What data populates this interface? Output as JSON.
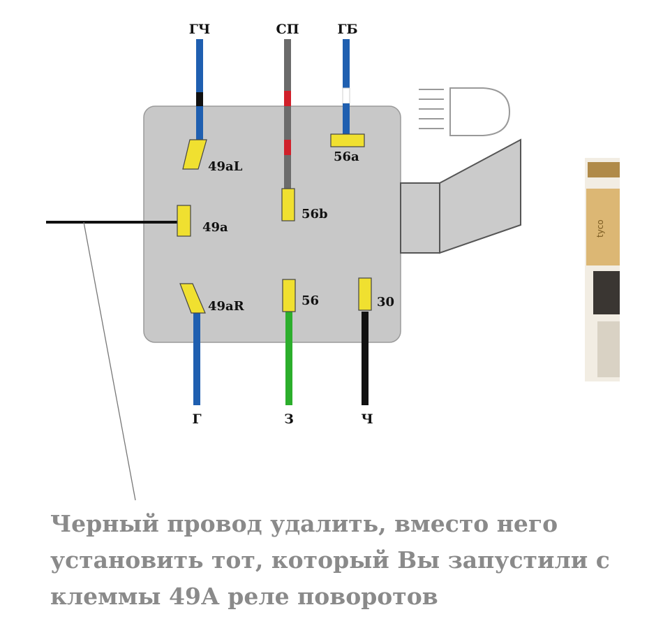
{
  "wire_labels": {
    "top_left": "ГЧ",
    "top_middle": "СП",
    "top_right": "ГБ",
    "bottom_left": "Г",
    "bottom_middle": "З",
    "bottom_right": "Ч"
  },
  "pins": {
    "49aL": "49aL",
    "49a": "49a",
    "49aR": "49aR",
    "56b": "56b",
    "56a": "56a",
    "56": "56",
    "30": "30"
  },
  "colors": {
    "switch_body": "#c8c8c8",
    "terminal": "#f0e030",
    "wire_blue": "#1f5fb0",
    "wire_gray": "#6b6b6b",
    "wire_red_band": "#d0202a",
    "wire_green": "#2cae2c",
    "wire_black": "#111111",
    "note_text": "#8a8a8a"
  },
  "note": {
    "line1": "Черный провод удалить, вместо него",
    "line2": "установить тот, который Вы запустили с",
    "line3": "клеммы 49А реле поворотов"
  }
}
